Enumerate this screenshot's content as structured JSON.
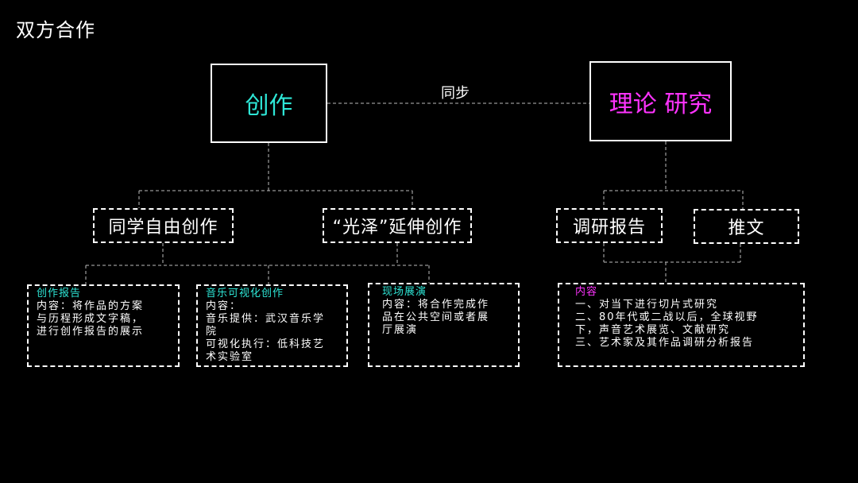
{
  "page": {
    "title": "双方合作"
  },
  "colors": {
    "creation": "#2ee6d6",
    "research": "#ff33ff",
    "lines": "#bbbbbb",
    "text": "#ffffff",
    "background": "#000000"
  },
  "sync_label": "同步",
  "creation": {
    "title": "创作",
    "branches": [
      "同学自由创作",
      "“光泽”延伸创作"
    ],
    "items": [
      {
        "heading": "创作报告",
        "lines": [
          "内容：将作品的方案",
          "与历程形成文字稿，",
          "进行创作报告的展示"
        ]
      },
      {
        "heading": "音乐可视化创作",
        "lines": [
          "内容：",
          "音乐提供：武汉音乐学",
          "院",
          "可视化执行：低科技艺",
          "术实验室"
        ]
      },
      {
        "heading": "现场展演",
        "lines": [
          "内容：将合作完成作",
          "品在公共空间或者展",
          "厅展演"
        ]
      }
    ]
  },
  "research": {
    "title": "理论 研究",
    "branches": [
      "调研报告",
      "推文"
    ],
    "item": {
      "heading": "内容",
      "lines": [
        "一、对当下进行切片式研究",
        "二、80年代或二战以后，全球视野",
        "下，声音艺术展览、文献研究",
        "三、艺术家及其作品调研分析报告"
      ]
    }
  }
}
